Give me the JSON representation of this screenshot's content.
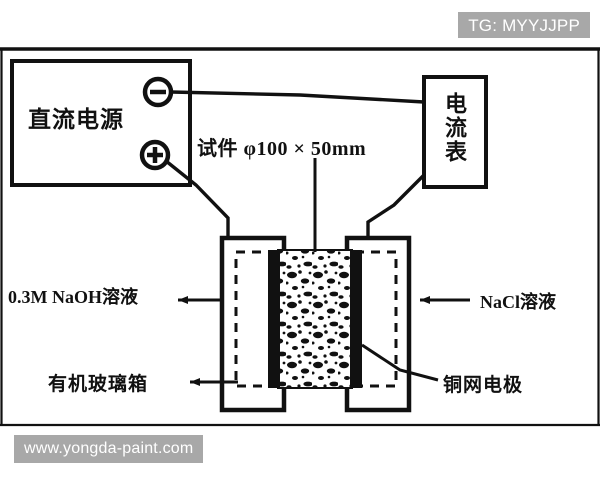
{
  "watermarks": {
    "top": "TG: MYYJJPP",
    "bottom": "www.yongda-paint.com"
  },
  "diagram": {
    "title_type": "experimental-setup-schematic",
    "labels": {
      "dc_power_supply": "直流电源",
      "ammeter": "电流表",
      "specimen": "试件 φ100 × 50mm",
      "naoh_solution": "0.3M NaOH溶液",
      "nacl_solution": "NaCl溶液",
      "plexiglass_box": "有机玻璃箱",
      "copper_mesh_electrode": "铜网电极"
    },
    "terminals": {
      "negative": "−",
      "positive": "+"
    },
    "colors": {
      "ink": "#111111",
      "paper": "#ffffff",
      "watermark_bg": "#a8a8a8",
      "watermark_text": "#ffffff"
    }
  }
}
